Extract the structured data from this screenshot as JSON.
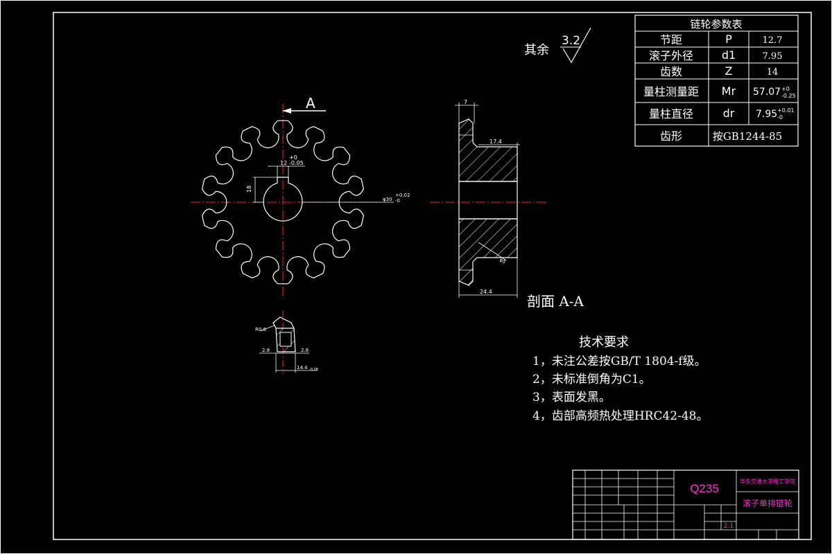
{
  "colors": {
    "background": "#000000",
    "line": "#ffffff",
    "center": "#ff2020",
    "accent": "#ff2fd0"
  },
  "param_table": {
    "title": "链轮参数表",
    "rows": [
      {
        "name": "节距",
        "symbol": "P",
        "value": "12.7",
        "tol_up": "",
        "tol_low": ""
      },
      {
        "name": "滚子外径",
        "symbol": "d1",
        "value": "7.95",
        "tol_up": "",
        "tol_low": ""
      },
      {
        "name": "齿数",
        "symbol": "Z",
        "value": "14",
        "tol_up": "",
        "tol_low": ""
      },
      {
        "name": "量柱测量距",
        "symbol": "Mr",
        "value": "57.07",
        "tol_up": "+0",
        "tol_low": "-0.25"
      },
      {
        "name": "量柱直径",
        "symbol": "dr",
        "value": "7.95",
        "tol_up": "+0.01",
        "tol_low": "-0"
      }
    ],
    "tooth_form": {
      "name": "齿形",
      "value": "按GB1244-85"
    }
  },
  "roughness": {
    "label": "其余",
    "value": "3.2"
  },
  "front_view": {
    "section_mark": "A",
    "key_width": "12",
    "key_width_tol_up": "+0",
    "key_width_tol_low": "-0.05",
    "key_depth": "18",
    "bore": "φ30",
    "bore_tol_up": "+0.02",
    "bore_tol_low": "-0"
  },
  "section_view": {
    "dim_top": "7",
    "dim_hub": "17.4",
    "dim_bottom": "24.4",
    "dim_diag": "φ5",
    "title": "剖面 A-A"
  },
  "tooth_detail": {
    "radius": "R0.6",
    "left": "2.8",
    "right": "2.8",
    "width": "14.4",
    "width_tol": "-0.08"
  },
  "tech_requirements": {
    "title": "技术要求",
    "items": [
      "1，未注公差按GB/T 1804-f级。",
      "2，未标准倒角为C1。",
      "3，表面发黑。",
      "4，齿部高频热处理HRC42-48。"
    ]
  },
  "title_block": {
    "material": "Q235",
    "school": "华东交通大学理工学院",
    "part_name": "滚子单排链轮",
    "scale": "2:1"
  }
}
